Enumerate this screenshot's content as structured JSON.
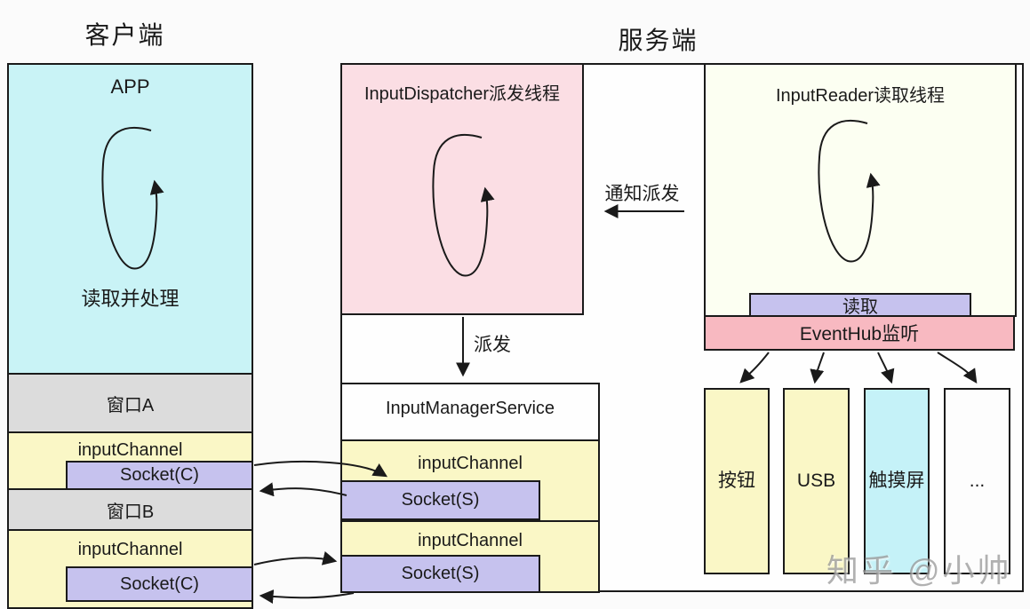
{
  "headers": {
    "client": "客户端",
    "server": "服务端"
  },
  "client": {
    "app": {
      "title": "APP",
      "loop_label": "读取并处理"
    },
    "window_a": "窗口A",
    "window_b": "窗口B",
    "channel1": {
      "label": "inputChannel",
      "socket": "Socket(C)"
    },
    "channel2": {
      "label": "inputChannel",
      "socket": "Socket(C)"
    }
  },
  "server": {
    "dispatcher": {
      "title": "InputDispatcher派发线程"
    },
    "notify_arrow_label": "通知派发",
    "dispatch_arrow_label": "派发",
    "ims": {
      "title": "InputManagerService"
    },
    "channel1": {
      "label": "inputChannel",
      "socket": "Socket(S)"
    },
    "channel2": {
      "label": "inputChannel",
      "socket": "Socket(S)"
    },
    "reader": {
      "title": "InputReader读取线程",
      "read_label": "读取",
      "eventhub_label": "EventHub监听"
    },
    "devices": [
      {
        "label": "按钮",
        "color": "#faf7c6"
      },
      {
        "label": "USB",
        "color": "#faf7c6"
      },
      {
        "label": "触摸屏",
        "color": "#c5f2f8"
      },
      {
        "label": "...",
        "color": "#fdfdfd"
      }
    ]
  },
  "watermark": "知乎 @小帅",
  "colors": {
    "client_app_bg": "#c9f3f6",
    "window_bg": "#dcdcdc",
    "channel_bg": "#faf7c6",
    "socket_bg": "#c6c2ee",
    "dispatcher_bg": "#fbdee4",
    "reader_bg": "#fcfff2",
    "read_bg": "#c6c2ee",
    "eventhub_bg": "#f8b9c1",
    "ims_bg": "#fefefe",
    "server_bg": "#fefefe",
    "border": "#1a1a1a"
  }
}
